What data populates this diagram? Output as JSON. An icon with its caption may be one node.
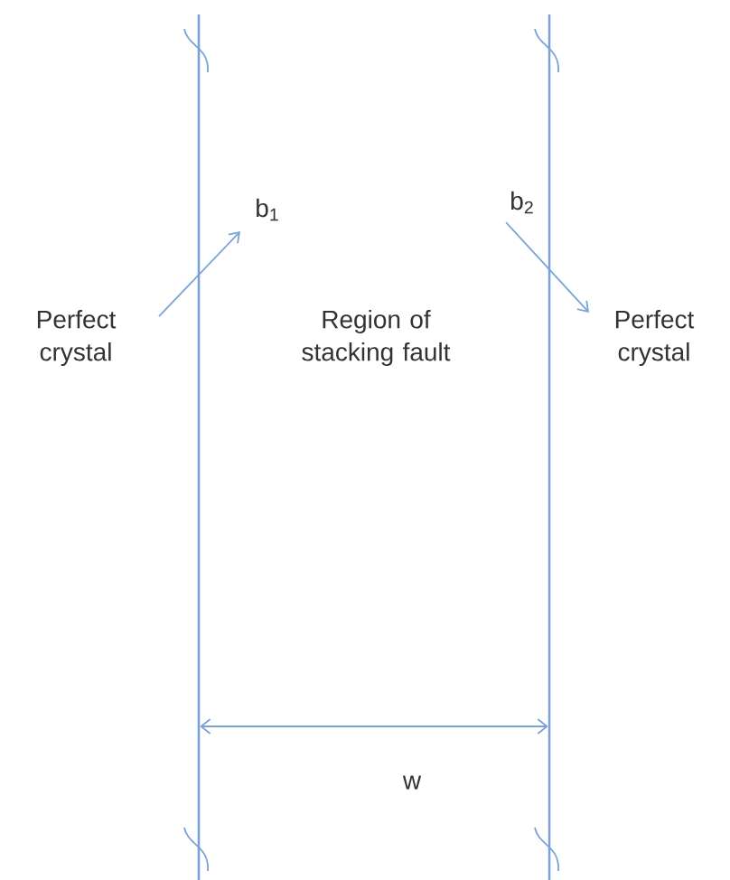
{
  "diagram": {
    "labels": [
      "b$_{1}$",
      "b$_{2}$",
      "Perfect crystal",
      "Region of stacking fault",
      "Perfect crystal",
      "w"
    ]
  }
}
